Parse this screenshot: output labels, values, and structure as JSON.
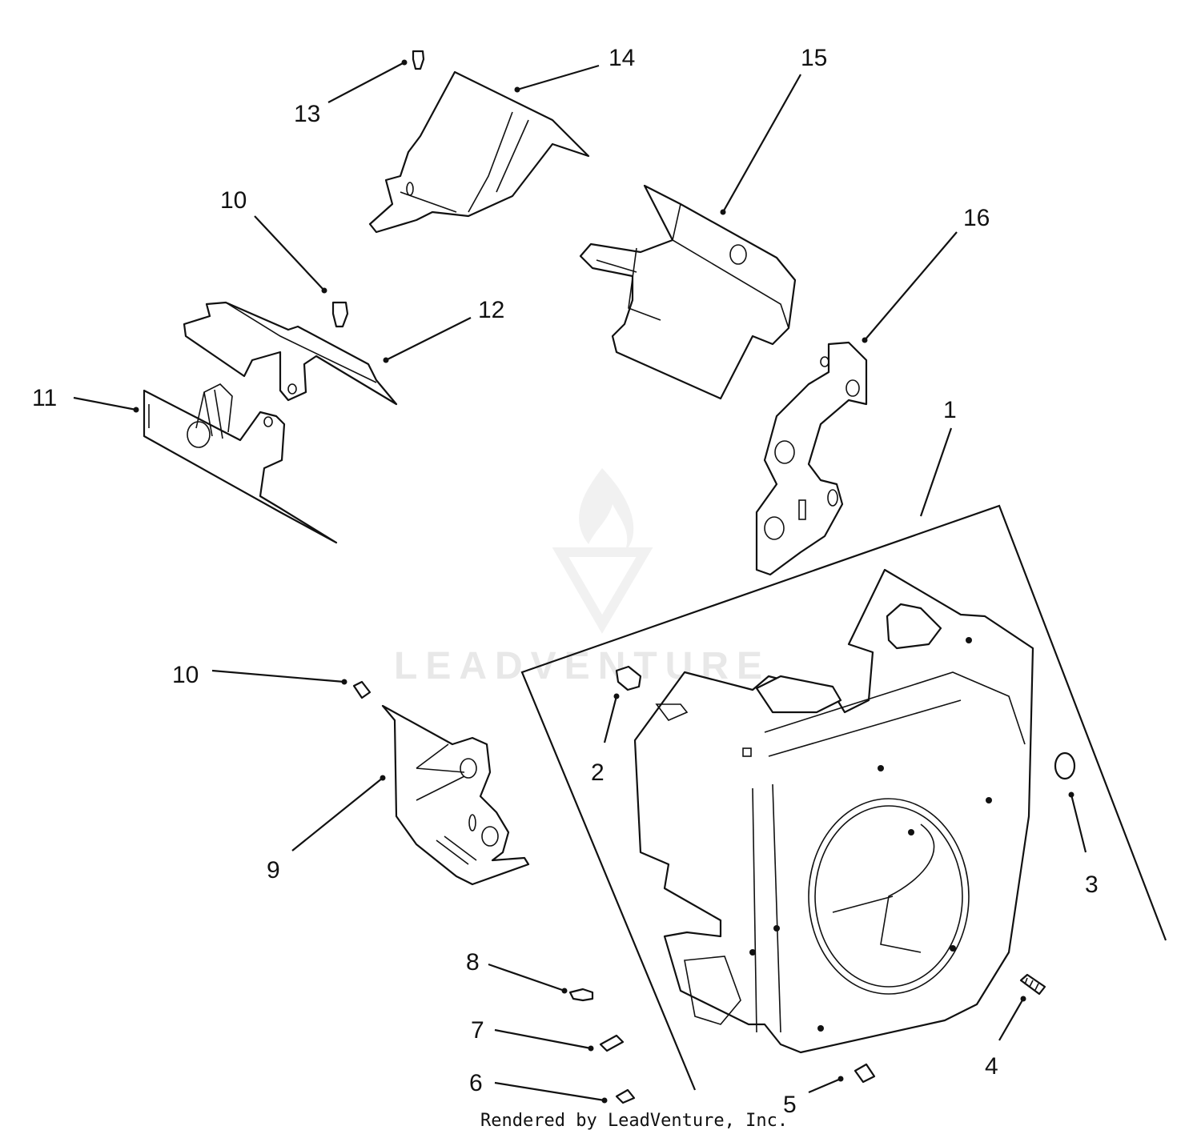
{
  "watermark": {
    "text": "LEADVENTURE",
    "color": "#e6e6e6"
  },
  "footer": {
    "text": "Rendered by LeadVenture, Inc."
  },
  "callouts": [
    {
      "id": "1",
      "label": "1"
    },
    {
      "id": "2",
      "label": "2"
    },
    {
      "id": "3",
      "label": "3"
    },
    {
      "id": "4",
      "label": "4"
    },
    {
      "id": "5",
      "label": "5"
    },
    {
      "id": "6",
      "label": "6"
    },
    {
      "id": "7",
      "label": "7"
    },
    {
      "id": "8",
      "label": "8"
    },
    {
      "id": "9",
      "label": "9"
    },
    {
      "id": "10a",
      "label": "10"
    },
    {
      "id": "10b",
      "label": "10"
    },
    {
      "id": "11",
      "label": "11"
    },
    {
      "id": "12",
      "label": "12"
    },
    {
      "id": "13",
      "label": "13"
    },
    {
      "id": "14",
      "label": "14"
    },
    {
      "id": "15",
      "label": "15"
    },
    {
      "id": "16",
      "label": "16"
    }
  ]
}
